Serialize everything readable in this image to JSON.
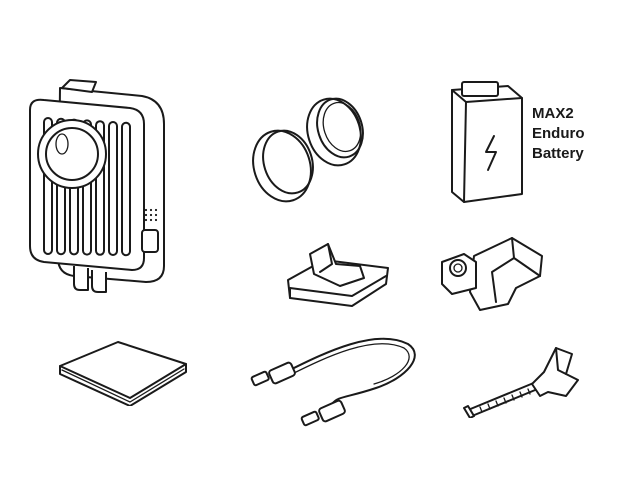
{
  "items": {
    "camera": {
      "icon": "max2-camera-icon"
    },
    "lens_caps": {
      "icon": "lens-caps-icon"
    },
    "battery": {
      "icon": "battery-icon",
      "label_lines": [
        "MAX2",
        "Enduro",
        "Battery"
      ]
    },
    "curved_mount": {
      "icon": "curved-adhesive-mount-icon"
    },
    "mounting_buckle": {
      "icon": "mounting-buckle-icon"
    },
    "pouch": {
      "icon": "lens-cloth-pouch-icon"
    },
    "usb_cable": {
      "icon": "usb-c-cable-icon"
    },
    "thumb_screw": {
      "icon": "thumb-screw-icon"
    }
  }
}
